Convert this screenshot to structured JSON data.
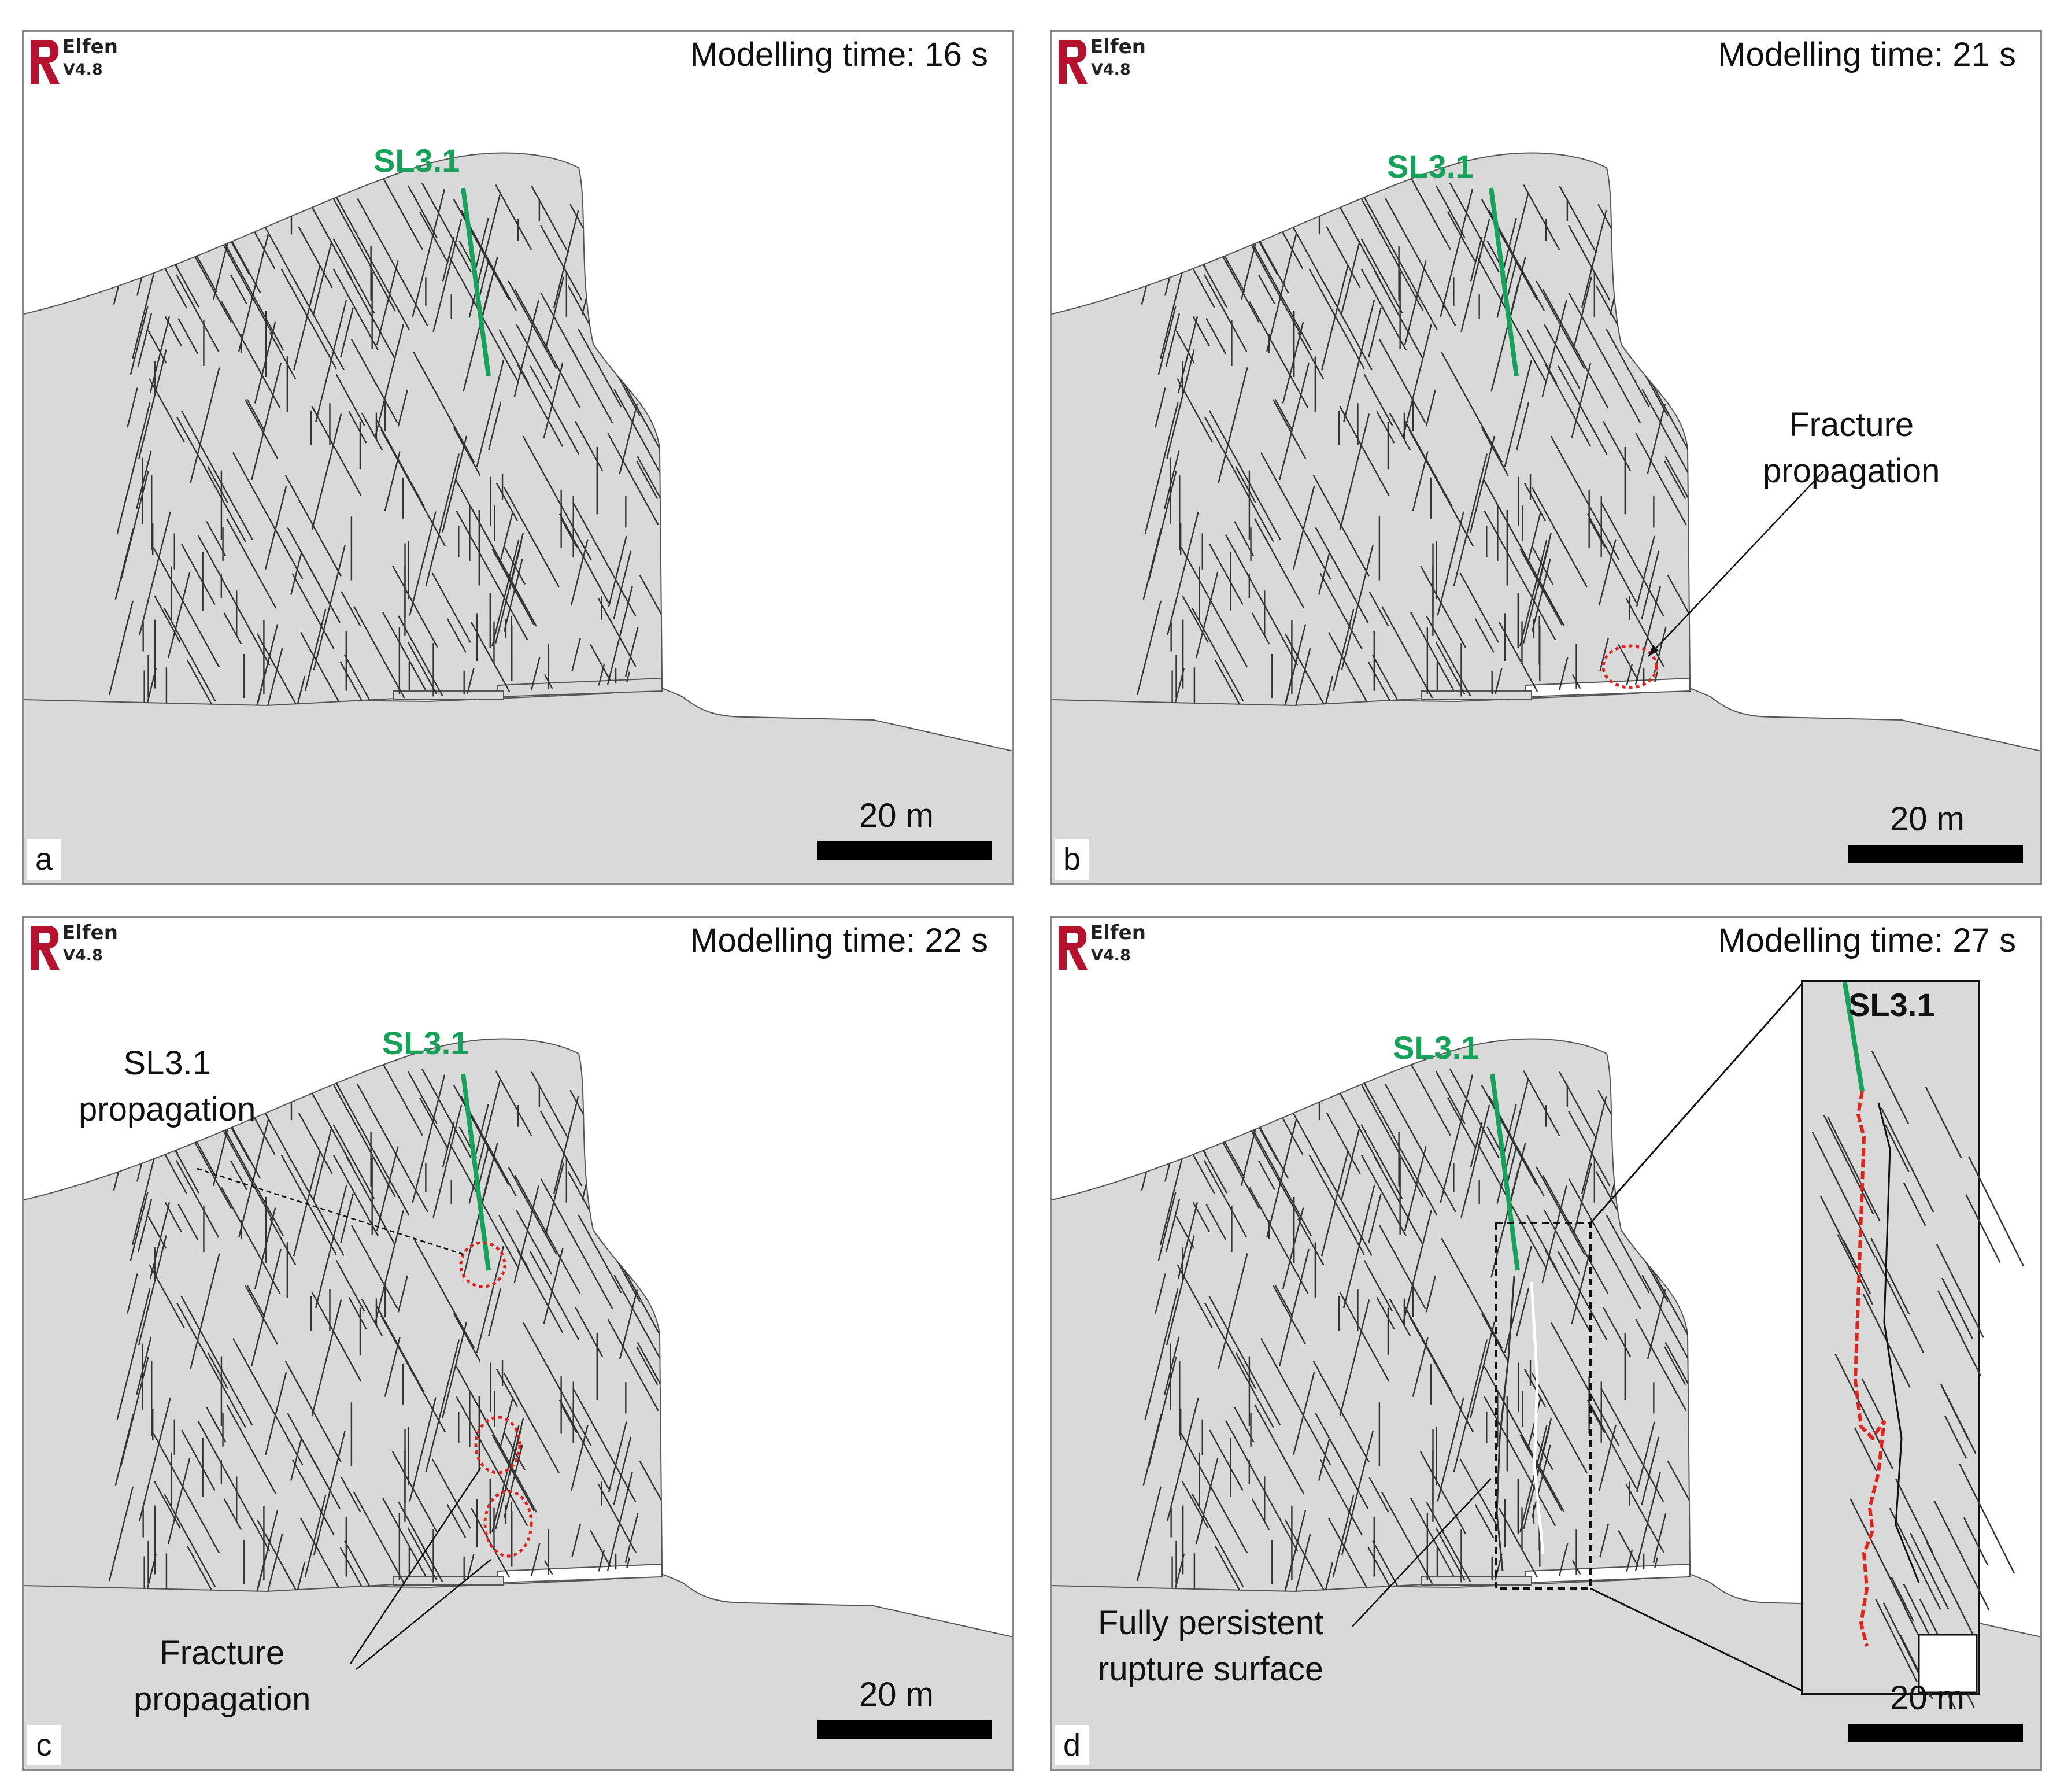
{
  "logo": {
    "name": "Elfen",
    "version": "V4.8"
  },
  "panels": [
    {
      "id": "a",
      "letter": "a",
      "time_label": "Modelling time: 16 s",
      "structure_label": "SL3.1",
      "scale_label": "20 m"
    },
    {
      "id": "b",
      "letter": "b",
      "time_label": "Modelling time: 21 s",
      "structure_label": "SL3.1",
      "scale_label": "20 m",
      "annotation_line1": "Fracture",
      "annotation_line2": "propagation"
    },
    {
      "id": "c",
      "letter": "c",
      "time_label": "Modelling time: 22 s",
      "structure_label": "SL3.1",
      "scale_label": "20 m",
      "annotation_top_line1": "SL3.1",
      "annotation_top_line2": "propagation",
      "annotation_bottom_line1": "Fracture",
      "annotation_bottom_line2": "propagation"
    },
    {
      "id": "d",
      "letter": "d",
      "time_label": "Modelling time: 27 s",
      "structure_label": "SL3.1",
      "scale_label": "20 m",
      "inset_label": "SL3.1",
      "annotation_line1": "Fully persistent",
      "annotation_line2": "rupture surface"
    }
  ],
  "colors": {
    "rock": "#d9d9d9",
    "joints": "#333333",
    "sl_line": "#17a25a",
    "fracture": "#e0251c",
    "logo": "#b5122e"
  }
}
